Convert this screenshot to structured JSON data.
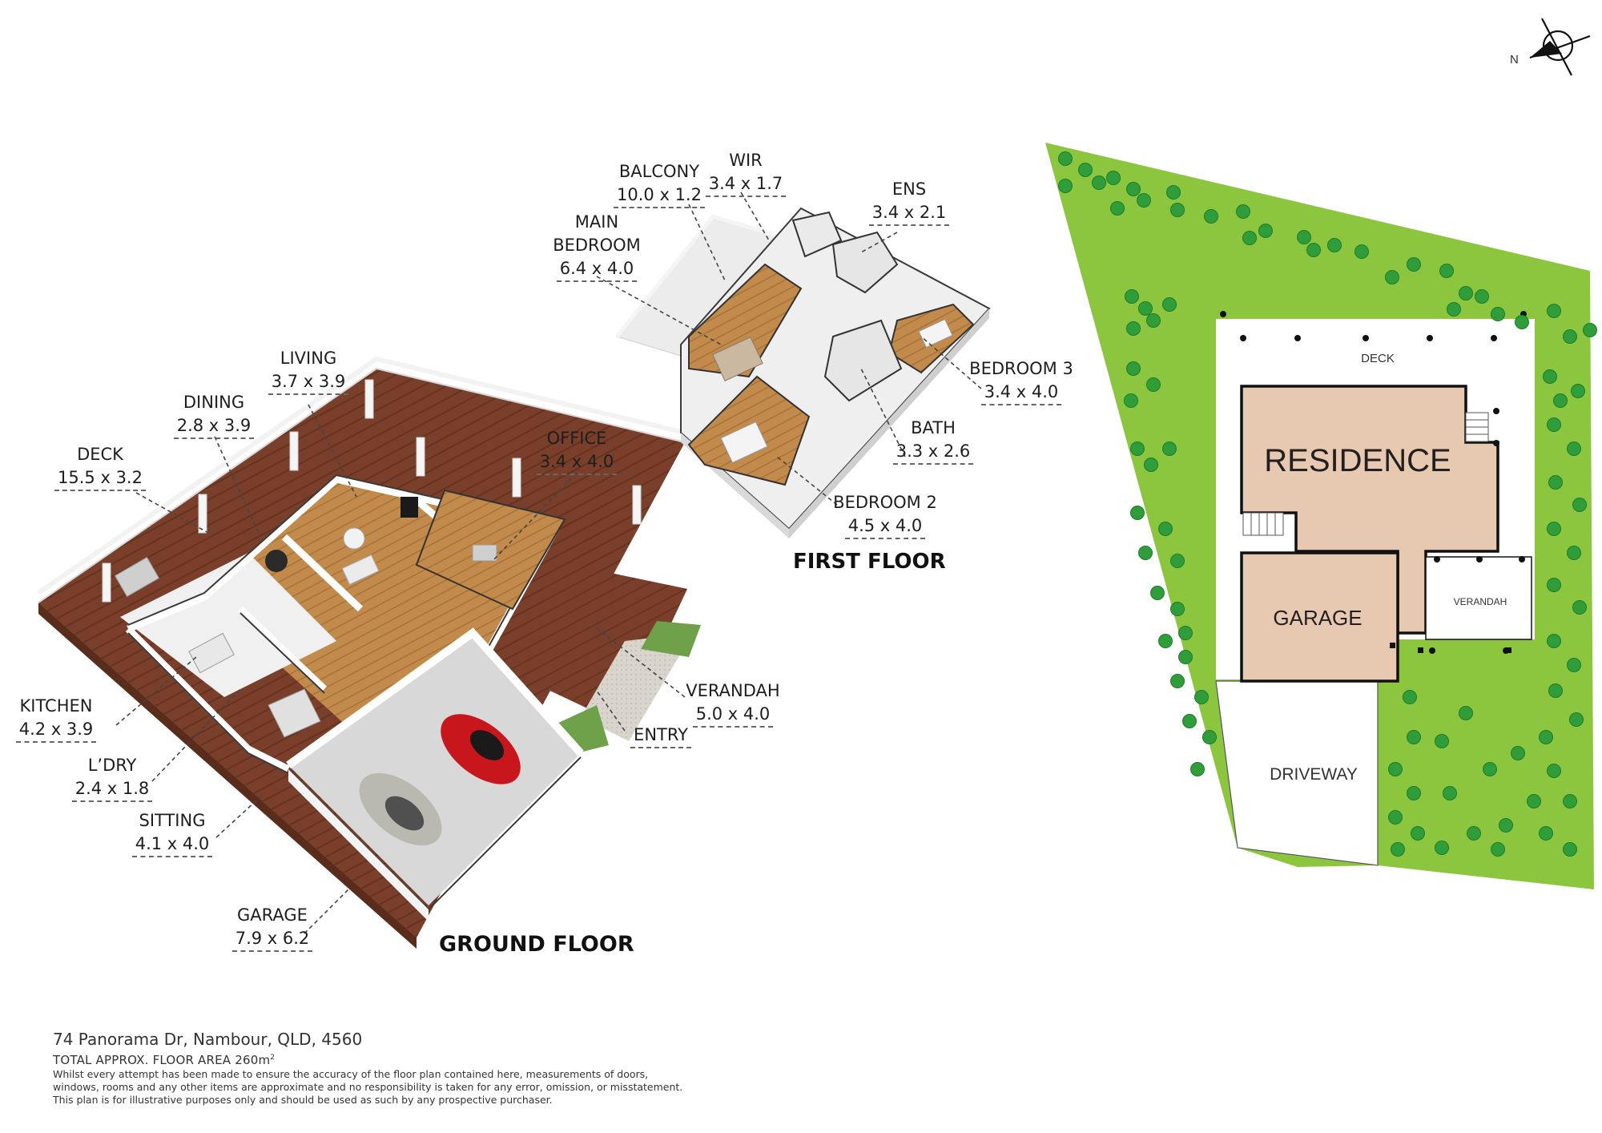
{
  "compass": {
    "label": "N",
    "icon": "compass-icon"
  },
  "floors": {
    "ground": {
      "title": "GROUND FLOOR"
    },
    "first": {
      "title": "FIRST FLOOR"
    }
  },
  "rooms_ground": [
    {
      "name": "LIVING",
      "dims": "3.7 x 3.9"
    },
    {
      "name": "DINING",
      "dims": "2.8 x 3.9"
    },
    {
      "name": "DECK",
      "dims": "15.5 x 3.2"
    },
    {
      "name": "OFFICE",
      "dims": "3.4 x 4.0"
    },
    {
      "name": "KITCHEN",
      "dims": "4.2 x 3.9"
    },
    {
      "name": "L’DRY",
      "dims": "2.4 x 1.8"
    },
    {
      "name": "SITTING",
      "dims": "4.1 x 4.0"
    },
    {
      "name": "GARAGE",
      "dims": "7.9 x 6.2"
    },
    {
      "name": "VERANDAH",
      "dims": "5.0 x 4.0"
    },
    {
      "name": "ENTRY",
      "dims": ""
    }
  ],
  "rooms_first": [
    {
      "name": "BALCONY",
      "dims": "10.0 x 1.2"
    },
    {
      "name": "WIR",
      "dims": "3.4 x 1.7"
    },
    {
      "name": "ENS",
      "dims": "3.4 x 2.1"
    },
    {
      "name": "MAIN BEDROOM",
      "line1": "MAIN",
      "line2": "BEDROOM",
      "dims": "6.4 x 4.0"
    },
    {
      "name": "BEDROOM 3",
      "dims": "3.4 x 4.0"
    },
    {
      "name": "BATH",
      "dims": "3.3 x 2.6"
    },
    {
      "name": "BEDROOM 2",
      "dims": "4.5 x 4.0"
    }
  ],
  "site_plan": {
    "deck": "DECK",
    "residence": "RESIDENCE",
    "garage": "GARAGE",
    "verandah": "VERANDAH",
    "driveway": "DRIVEWAY",
    "colors": {
      "lawn": "#8cc63f",
      "tree": "#2f9e3a",
      "building": "#e7c9b1",
      "outline": "#111111"
    }
  },
  "footer": {
    "address": "74 Panorama Dr, Nambour, QLD, 4560",
    "area_label": "TOTAL APPROX. FLOOR AREA 260m",
    "area_sup": "2",
    "disclaimer": "Whilst every attempt has been made to ensure the accuracy of the floor plan contained here, measurements of doors,\nwindows, rooms and any other items are approximate and no responsibility is taken for any error, omission, or misstatement.\nThis plan is for illustrative purposes only and should be used as such by any prospective purchaser."
  }
}
